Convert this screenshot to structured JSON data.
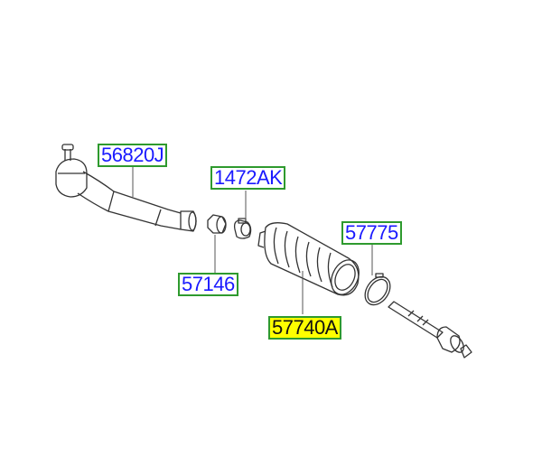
{
  "diagram": {
    "type": "exploded parts diagram - steering tie rod assembly",
    "parts": [
      {
        "id": "56820J",
        "label": "56820J",
        "part": "tie-rod-end",
        "highlighted": false
      },
      {
        "id": "1472AK",
        "label": "1472AK",
        "part": "boot-clip",
        "highlighted": false
      },
      {
        "id": "57146",
        "label": "57146",
        "part": "lock-nut",
        "highlighted": false
      },
      {
        "id": "57775",
        "label": "57775",
        "part": "boot-band",
        "highlighted": false
      },
      {
        "id": "57740A",
        "label": "57740A",
        "part": "dust-boot",
        "highlighted": true
      }
    ]
  },
  "colors": {
    "label_text": "#1a1aff",
    "label_border": "#2e9a2e",
    "highlight_bg": "#ffff00",
    "line": "#333333"
  }
}
